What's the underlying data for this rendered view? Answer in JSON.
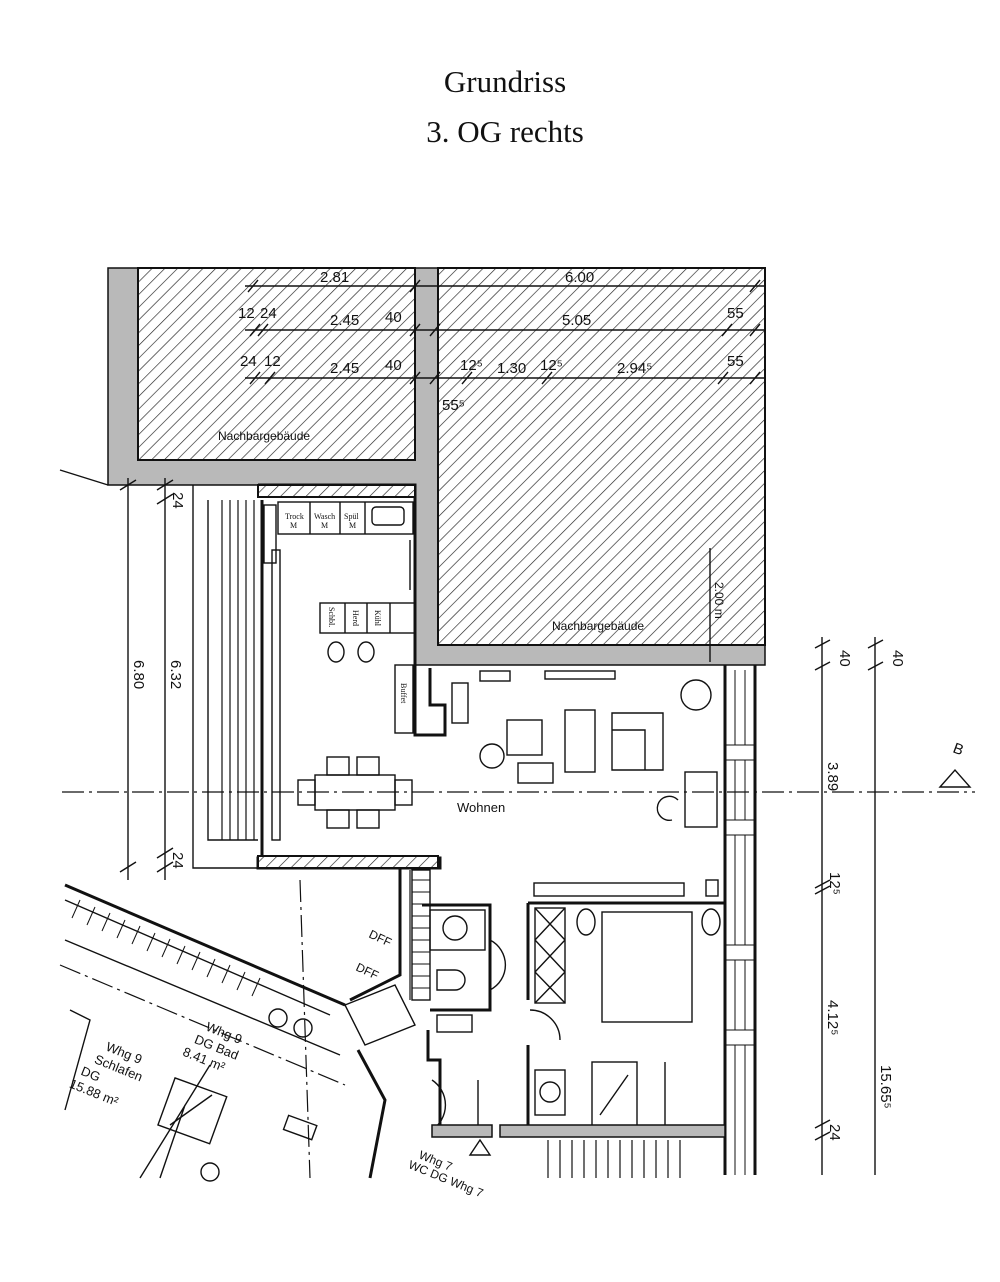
{
  "title": {
    "line1": "Grundriss",
    "line2": "3. OG rechts"
  },
  "labels": {
    "neighbor_left": "Nachbargebäude",
    "neighbor_right": "Nachbargebäude",
    "living_room": "Wohnen",
    "dff_1": "DFF",
    "dff_2": "DFF",
    "section_marker": "B",
    "kitchen": {
      "trock": "Trock",
      "wasch": "Wasch",
      "spuel": "Spül",
      "m": "M",
      "kuehl": "Kühl",
      "herd": "Herd",
      "schbl": "Schbl.",
      "buffet": "Buffet"
    },
    "whg9_schlafen": [
      "Whg 9",
      "Schlafen",
      "DG",
      "15.88 m²"
    ],
    "whg9_bad": [
      "Whg 9",
      "DG Bad",
      "8.41 m²"
    ],
    "whg7_wc": [
      "Whg 7",
      "WC DG Whg 7"
    ]
  },
  "dimensions": {
    "top_row1": [
      "2.81",
      "6.00"
    ],
    "top_row2": [
      "12",
      "24",
      "2.45",
      "40",
      "5.05",
      "55"
    ],
    "top_row3": [
      "24",
      "12",
      "2.45",
      "40",
      "12⁵",
      "1.30",
      "12⁵",
      "2.94⁵",
      "55",
      "55⁵"
    ],
    "left": [
      "6.80",
      "6.32",
      "24",
      "24"
    ],
    "right_inner": [
      "40",
      "3.89",
      "12⁵",
      "4.12⁵",
      "24"
    ],
    "right_outer": [
      "40",
      "15.65⁵"
    ],
    "neighbor_height": "2.00 m"
  }
}
